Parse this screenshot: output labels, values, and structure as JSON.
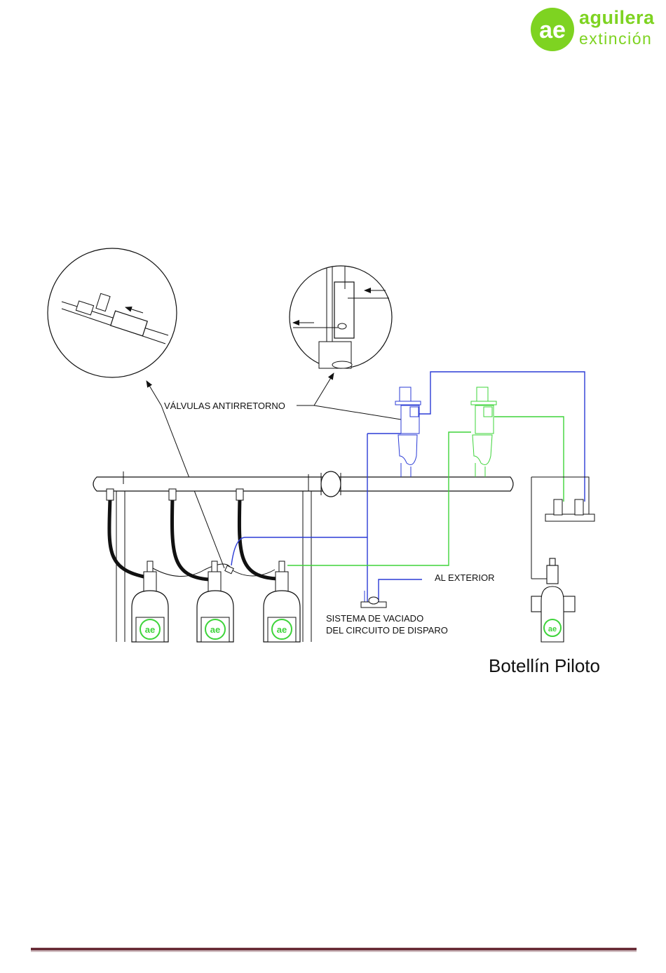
{
  "logo": {
    "mark": "ae",
    "line1": "aguilera",
    "line2": "extinción"
  },
  "labels": {
    "check_valves": "VÁLVULAS ANTIRRETORNO",
    "outside": "AL EXTERIOR",
    "drain_line1": "SISTEMA DE VACIADO",
    "drain_line2": "DEL CIRCUITO DE DISPARO",
    "pilot": "Botellín Piloto"
  },
  "cylinder_mark": "ae",
  "colors": {
    "brand_green": "#7ed321",
    "line_blue": "#2b3bd6",
    "line_green": "#3ed43a",
    "footer": "#6b2f3a"
  }
}
